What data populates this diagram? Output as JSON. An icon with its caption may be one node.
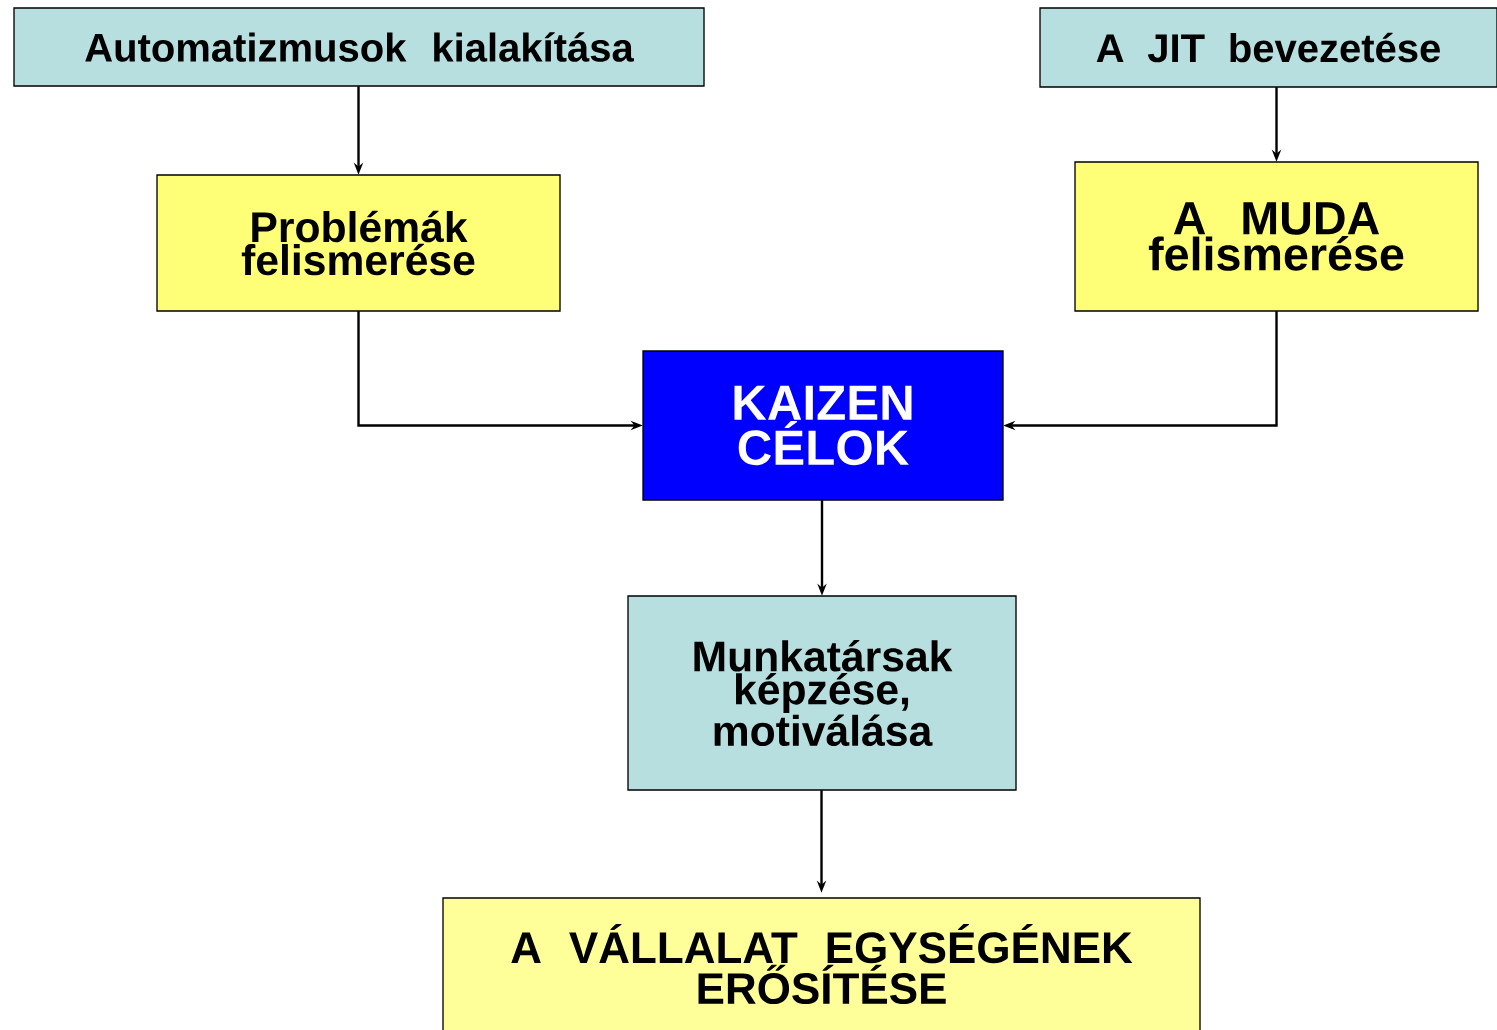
{
  "diagram": {
    "nodes": [
      {
        "text": [
          "Automatizmusok kialakítása"
        ]
      },
      {
        "text": [
          "A JIT bevezetése"
        ]
      },
      {
        "text": [
          "Problémák felismerése"
        ]
      },
      {
        "text": [
          "A MUDA felismerése"
        ]
      },
      {
        "text": [
          "KAIZEN CÉLOK"
        ]
      },
      {
        "text": [
          "Munkatársak képzése, motiválása"
        ]
      },
      {
        "text": [
          "A VÁLLALAT EGYSÉGÉNEK ERŐSÍTÉSE"
        ]
      }
    ],
    "edges": [
      {
        "from": 0,
        "to": 2,
        "arrow": "to"
      },
      {
        "from": 1,
        "to": 3,
        "arrow": "to"
      },
      {
        "from": 2,
        "to": 4,
        "arrow": "to"
      },
      {
        "from": 3,
        "to": 4,
        "arrow": "to"
      },
      {
        "from": 4,
        "to": 5,
        "arrow": "to"
      },
      {
        "from": 5,
        "to": 6,
        "arrow": "to"
      }
    ]
  }
}
